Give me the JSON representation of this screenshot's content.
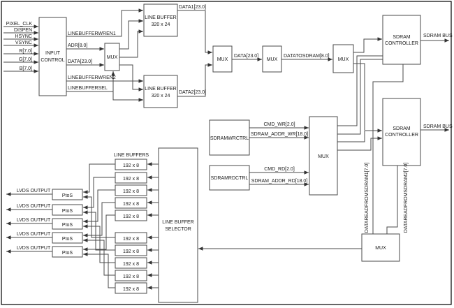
{
  "colors": {
    "background": "#ffffff",
    "line": "#4a4a4a",
    "text": "#1a1a1a",
    "arrow": "#333333"
  },
  "blocks": {
    "input_control": {
      "line1": "INPUT",
      "line2": "CONTROL"
    },
    "mux": "MUX",
    "line_buffer_320": {
      "line1": "LINE BUFFER",
      "line2": "320 x 24"
    },
    "sdram_controller": {
      "line1": "SDRAM",
      "line2": "CONTROLLER"
    },
    "sdramwrctrl": "SDRAMWRCTRL",
    "sdramrdctrl": "SDRAMRDCTRL",
    "line_buffer_selector": {
      "line1": "LINE BUFFER",
      "line2": "SELECTOR"
    },
    "ptos": "PtoS",
    "buffer_192": "192 x 8"
  },
  "signals": {
    "pixel_clk": "PIXEL_CLK",
    "dispen": "DISPEN",
    "hsync": "HSYNC",
    "vsync": "VSYNC",
    "r": "R[7.0]",
    "g": "G[7.0]",
    "b": "B[7.0]",
    "linebufferwren1": "LINEBUFFERWREN1",
    "adr": "ADR[8.0]",
    "data": "DATA[23.0]",
    "linebufferwren2": "LINEBUFFERWREN2",
    "linebuffersel": "LINEBUFFERSEL",
    "data1": "DATA1[23.0]",
    "data2": "DATA2[23.0]",
    "data_mid": "DATA[23.0]",
    "datatosdram": "DATATOSDRAM[8.0]",
    "sdram_bus": "SDRAM BUS",
    "cmd_wr": "CMD_WR[2.0]",
    "sdram_addr_wr": "SDRAM_ADDR_WR[18.0]",
    "cmd_rd": "CMD_RD[2.0]",
    "sdram_addr_rd": "SDRAM_ADDR_RD[18.0]",
    "dataread1": "DATAREADFROMSDRAM1[7.0]",
    "dataread2": "DATAREADFROMSDRAM2[7.0]",
    "line_buffers": "LINE BUFFERS",
    "lvds_output": "LVDS OUTPUT"
  }
}
